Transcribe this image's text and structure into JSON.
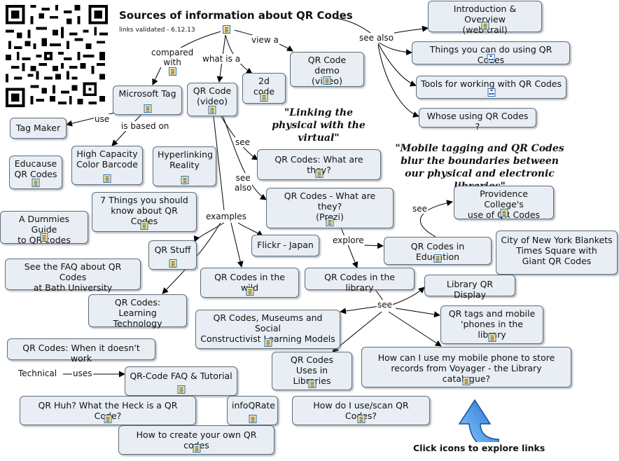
{
  "title": "Sources of information about QR Codes",
  "subtitle": "links validated - 6.12.13",
  "quotes": {
    "linking": "\"Linking the physical\nwith the virtual\"",
    "mobile": "\"Mobile tagging and QR Codes blur\nthe boundaries between our\nphysical and electronic libraries\""
  },
  "hint": "Click icons to explore links",
  "technical": "Technical",
  "nodes": {
    "intro": "Introduction & Overview\n(web trail)",
    "things": "Things you can do using QR Codes",
    "tools": "Tools for working with QR Codes",
    "whose": "Whose using QR Codes ?",
    "demo": "QR Code demo\n(video)",
    "code2d": "2d code",
    "qrvideo": "QR Code\n(video)",
    "mstag": "Microsoft Tag",
    "tagmaker": "Tag Maker",
    "hccb": "High Capacity\nColor Barcode",
    "hyper": "Hyperlinking\nReality",
    "educause": "Educause\nQR Codes",
    "seven": "7 Things you should\nknow about QR Codes",
    "dummies": "A Dummies Guide\nto QR codes",
    "whatare": "QR Codes: What are they?",
    "prezi": "QR Codes - What are they?\n(Prezi)",
    "providence": "Providence College's\nuse of QR Codes",
    "education": "QR Codes in Education",
    "cityny": "City of New York Blankets\nTimes Square with\nGiant QR Codes",
    "stuff": "QR Stuff",
    "flickr": "Flickr - Japan",
    "faqbath": "See the FAQ about QR Codes\nat Bath University",
    "wild": "QR Codes in the wild",
    "library": "QR Codes in the library",
    "libdisplay": "Library QR Display",
    "learning": "QR Codes:\nLearning Technology",
    "museums": "QR Codes, Museums and Social\nConstructivist Learning Models",
    "qrtags": "QR tags and mobile\n'phones in the library",
    "whennot": "QR Codes: When it doesn't work",
    "uses": "QR Codes\nUses in Libraries",
    "voyager": "How can I use my mobile phone to store\nrecords from Voyager - the Library catalogue?",
    "faqtut": "QR-Code FAQ & Tutorial",
    "huh": "QR Huh? What the Heck is a QR Code?",
    "infoqrate": "infoQRate",
    "howuse": "How do I use/scan QR Codes?",
    "create": "How to create your own QR codes"
  },
  "edge_labels": {
    "see_also_top": "see also",
    "view_a": "view a",
    "what_is_a": "what is a",
    "compared_with": "compared\nwith",
    "use": "use",
    "based_on": "is based on",
    "see1": "see",
    "see_also2": "see\nalso",
    "examples": "examples",
    "explore": "explore",
    "see_prov": "see",
    "see_lib": "see",
    "uses": "uses"
  },
  "colors": {
    "node_fill": "#e8eef3",
    "node_border": "#5f6e79",
    "arrow_blue": "#1f6fd0"
  }
}
